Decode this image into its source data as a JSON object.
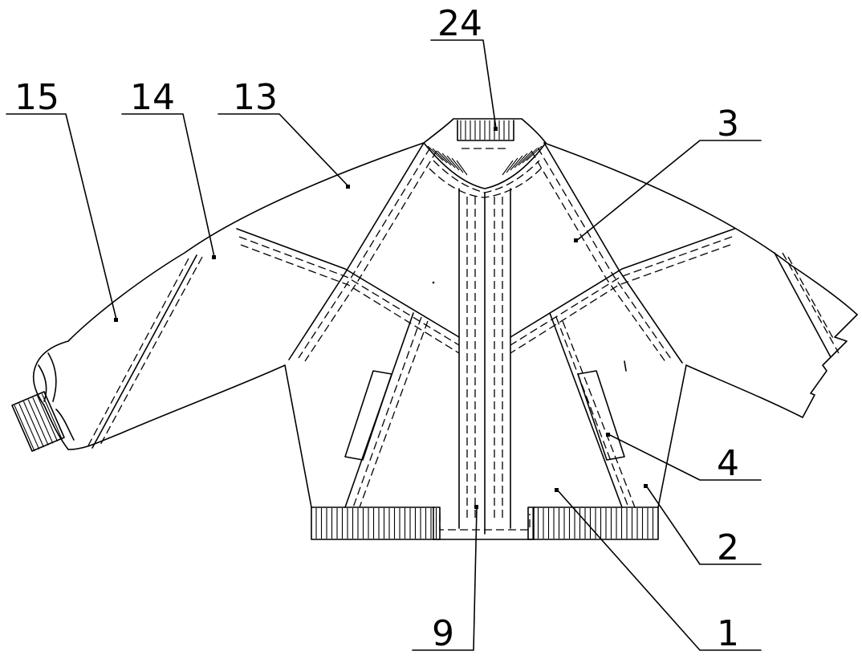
{
  "figure": {
    "labels": {
      "l1": "1",
      "l2": "2",
      "l3": "3",
      "l4": "4",
      "l9": "9",
      "l13": "13",
      "l14": "14",
      "l15": "15",
      "l24": "24"
    }
  }
}
